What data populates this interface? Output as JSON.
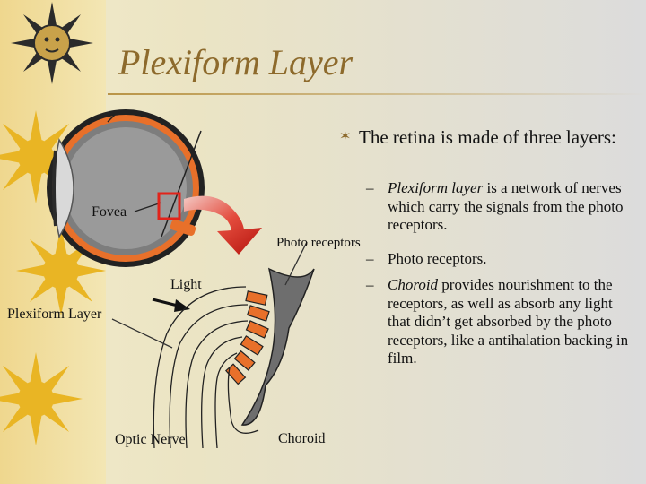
{
  "slide": {
    "title": "Plexiform Layer",
    "bullet": "The retina is made of three layers:",
    "bullet_icon": "star-bullet-icon",
    "sub_items": [
      {
        "dash": "–",
        "term": "Plexiform layer",
        "text": " is a network of nerves which carry the signals from the photo receptors."
      },
      {
        "dash": "–",
        "term": "",
        "text": "Photo receptors."
      },
      {
        "dash": "–",
        "term": "Choroid",
        "text": " provides nourishment to the receptors, as well as absorb any light that didn’t get absorbed by the photo receptors, like a antihalation backing in film."
      }
    ]
  },
  "diagram": {
    "labels": {
      "fovea": "Fovea",
      "photo_receptors": "Photo receptors",
      "light": "Light",
      "plexiform_layer": "Plexiform Layer",
      "optic_nerve": "Optic Nerve",
      "choroid": "Choroid"
    }
  },
  "colors": {
    "accent": "#8d6a2c",
    "sun": "#e9b524",
    "eye_orange": "#e8702a",
    "highlight_red": "#e2231a"
  }
}
